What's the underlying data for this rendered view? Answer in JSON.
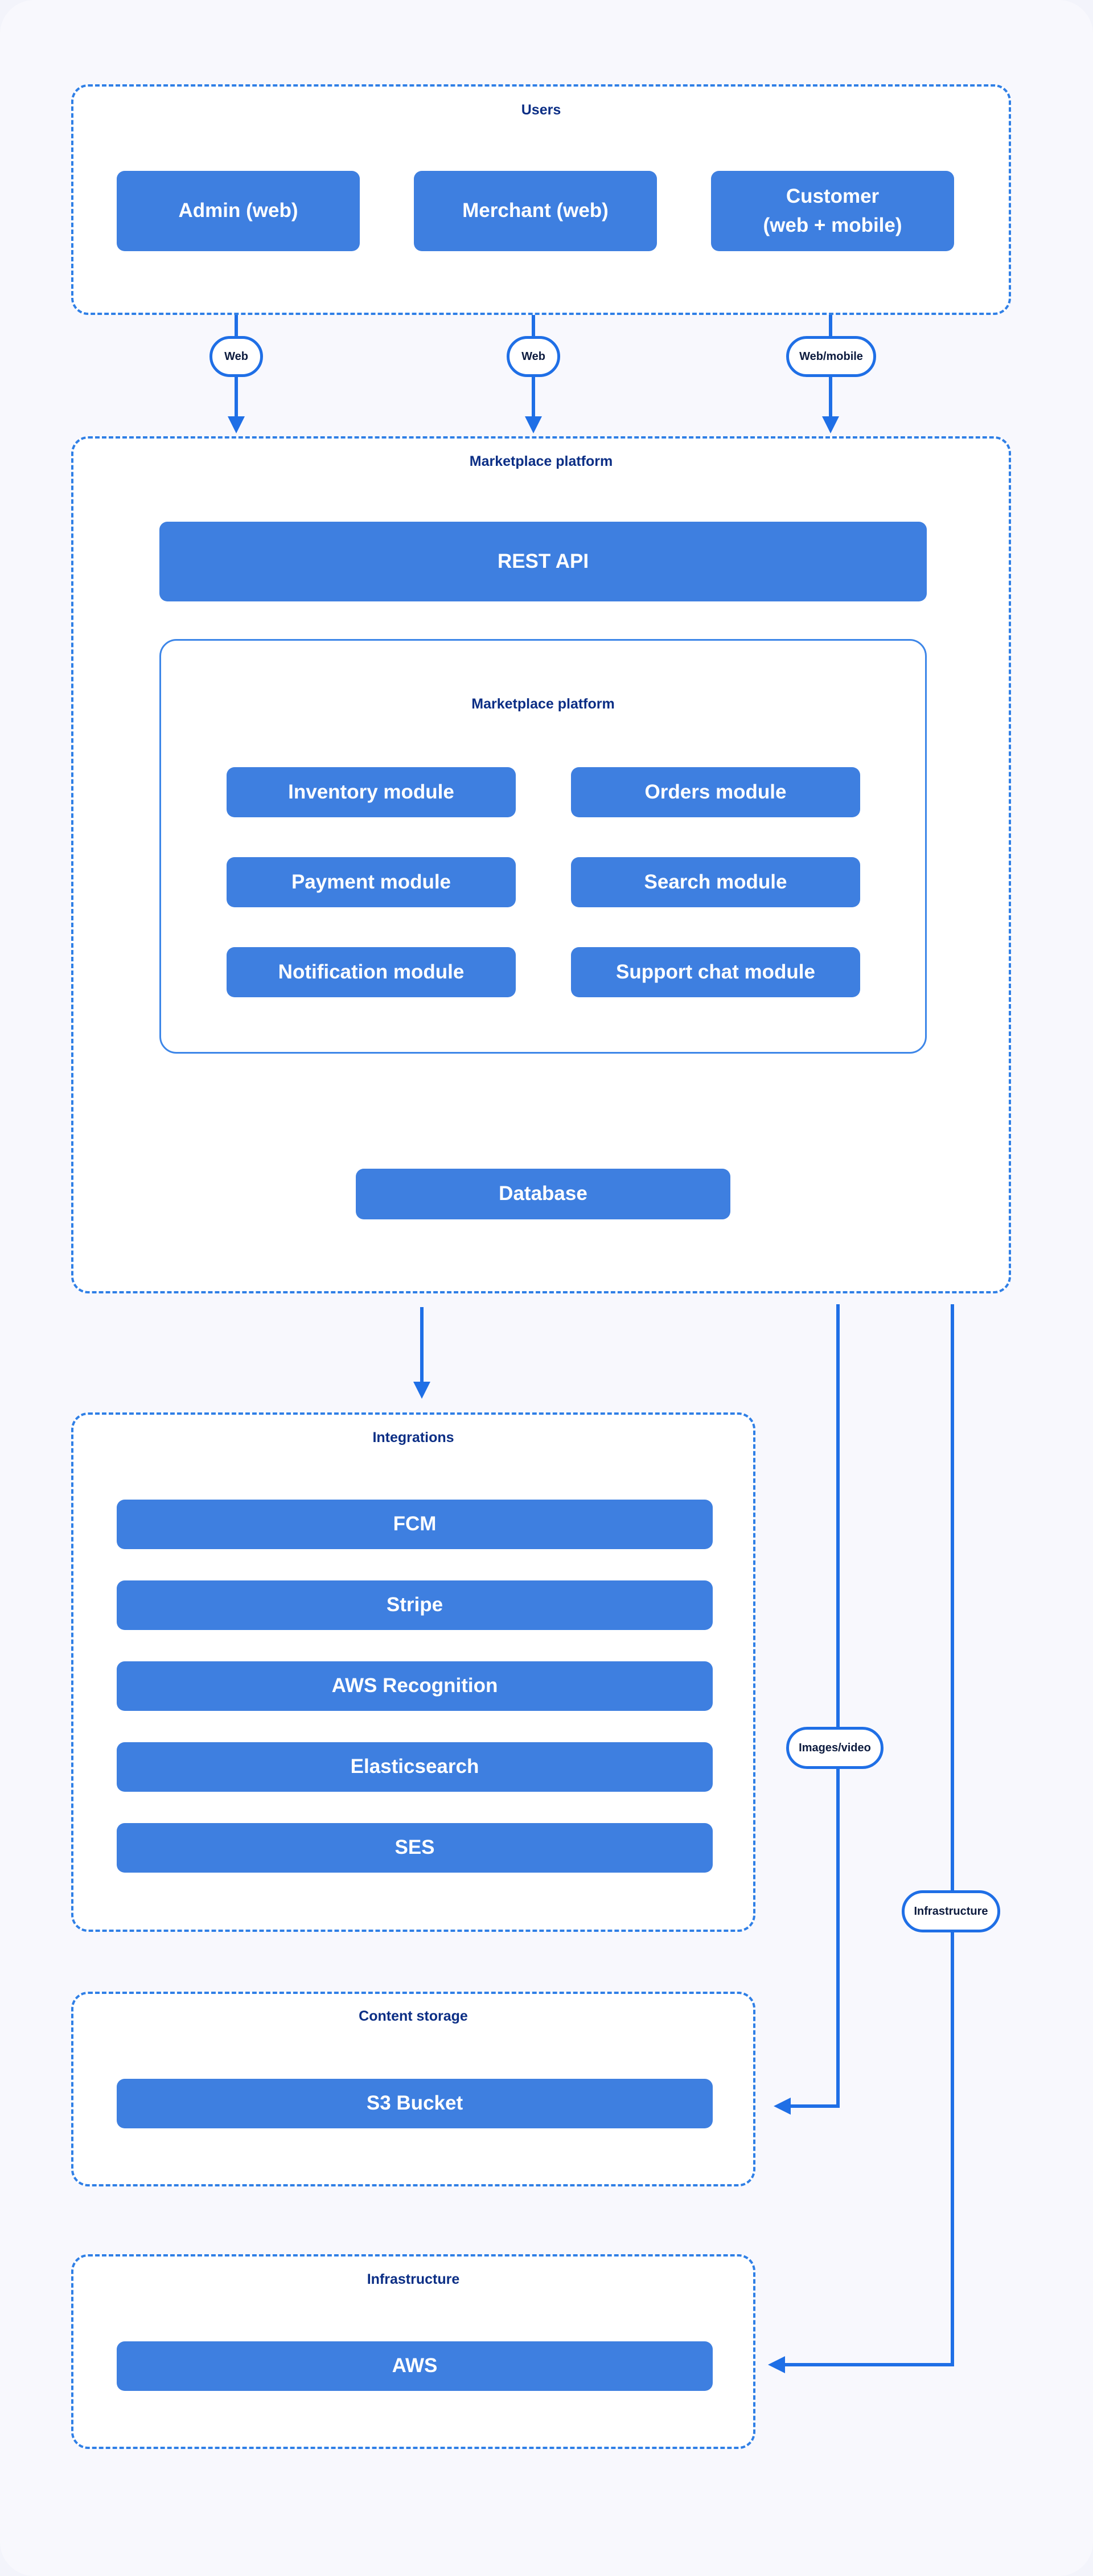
{
  "groups": {
    "users": {
      "title": "Users"
    },
    "platform": {
      "title": "Marketplace platform"
    },
    "platform_inner": {
      "title": "Marketplace platform"
    },
    "integrations": {
      "title": "Integrations"
    },
    "content_storage": {
      "title": "Content storage"
    },
    "infrastructure": {
      "title": "Infrastructure"
    }
  },
  "users": {
    "admin": "Admin (web)",
    "merchant": "Merchant (web)",
    "customer": "Customer\n(web + mobile)"
  },
  "platform": {
    "rest_api": "REST API",
    "modules": [
      "Inventory module",
      "Orders module",
      "Payment module",
      "Search module",
      "Notification module",
      "Support chat module"
    ],
    "database": "Database"
  },
  "integrations": [
    "FCM",
    "Stripe",
    "AWS Recognition",
    "Elasticsearch",
    "SES"
  ],
  "content_storage": {
    "s3": "S3 Bucket"
  },
  "infrastructure": {
    "aws": "AWS"
  },
  "connectors": {
    "admin": "Web",
    "merchant": "Web",
    "customer": "Web/mobile",
    "media": "Images/video",
    "infra": "Infrastructure"
  },
  "colors": {
    "accent": "#3e7fe0",
    "line": "#1f6fe6",
    "title": "#0b2e85",
    "background": "#f8f8fd"
  }
}
